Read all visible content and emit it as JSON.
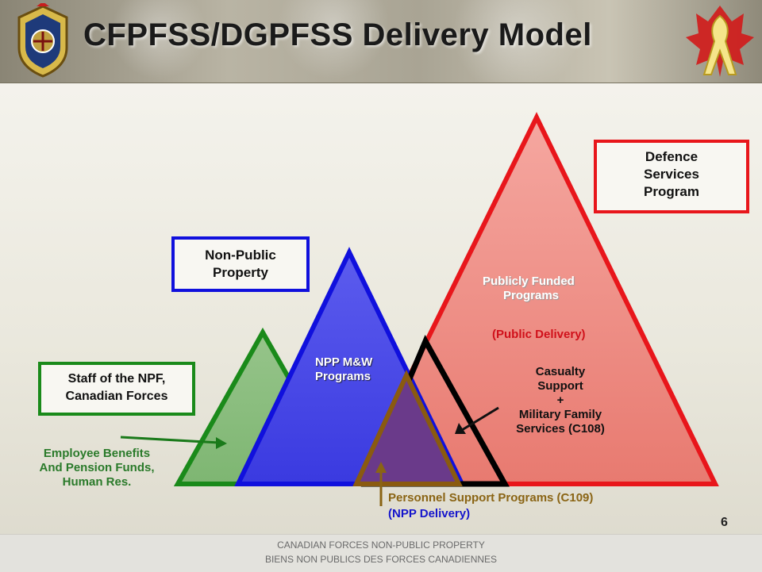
{
  "header": {
    "title": "CFPFSS/DGPFSS Delivery Model"
  },
  "boxes": {
    "defence": [
      "Defence",
      "Services",
      "Program"
    ],
    "npp": [
      "Non-Public",
      "Property"
    ],
    "staff": [
      "Staff of the NPF,",
      "Canadian Forces"
    ]
  },
  "labels": {
    "publicly_funded": [
      "Publicly Funded",
      "Programs"
    ],
    "public_delivery": "(Public Delivery)",
    "casualty": [
      "Casualty",
      "Support",
      "+",
      "Military Family",
      "Services (C108)"
    ],
    "npp_mw": [
      "NPP M&W",
      "Programs"
    ],
    "employee": [
      "Employee Benefits",
      "And Pension Funds,",
      "Human Res."
    ],
    "personnel": "Personnel Support Programs (C109)",
    "npp_delivery": "(NPP Delivery)"
  },
  "footer": {
    "line1": "CANADIAN FORCES NON-PUBLIC PROPERTY",
    "line2": "BIENS NON PUBLICS DES FORCES CANADIENNES"
  },
  "page_number": "6",
  "colors": {
    "red": "#e8161b",
    "blue": "#1010dd",
    "green": "#1a8a1a",
    "brown": "#8a5a10",
    "black": "#000000",
    "text_blue": "#1515cc",
    "text_green": "#2a7a2a",
    "text_brown": "#8a6414"
  }
}
